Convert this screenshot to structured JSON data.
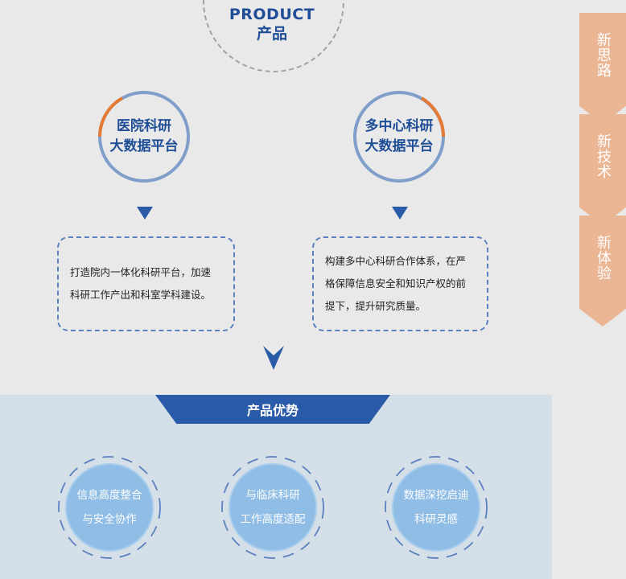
{
  "header": {
    "title_en": "PRODUCT",
    "title_zh": "产品"
  },
  "platforms": [
    {
      "line1": "医院科研",
      "line2": "大数据平台",
      "description": [
        "打造院内一体化科研平台，加速",
        "科研工作产出和科室学科建设。"
      ]
    },
    {
      "line1": "多中心科研",
      "line2": "大数据平台",
      "description": [
        "构建多中心科研合作体系，在严",
        "格保障信息安全和知识产权的前",
        "提下，提升研究质量。"
      ]
    }
  ],
  "advantages": {
    "title": "产品优势",
    "items": [
      {
        "line1": "信息高度整合",
        "line2": "与安全协作"
      },
      {
        "line1": "与临床科研",
        "line2": "工作高度适配"
      },
      {
        "line1": "数据深挖启迪",
        "line2": "科研灵感"
      }
    ]
  },
  "side_tabs": [
    "新思路",
    "新技术",
    "新体验"
  ],
  "colors": {
    "primary_blue": "#2a5ba8",
    "accent_orange": "#e57a35",
    "ring_blue": "#7f9ec9",
    "tab_orange": "#eab694",
    "band_bg": "#d4dfe8"
  }
}
